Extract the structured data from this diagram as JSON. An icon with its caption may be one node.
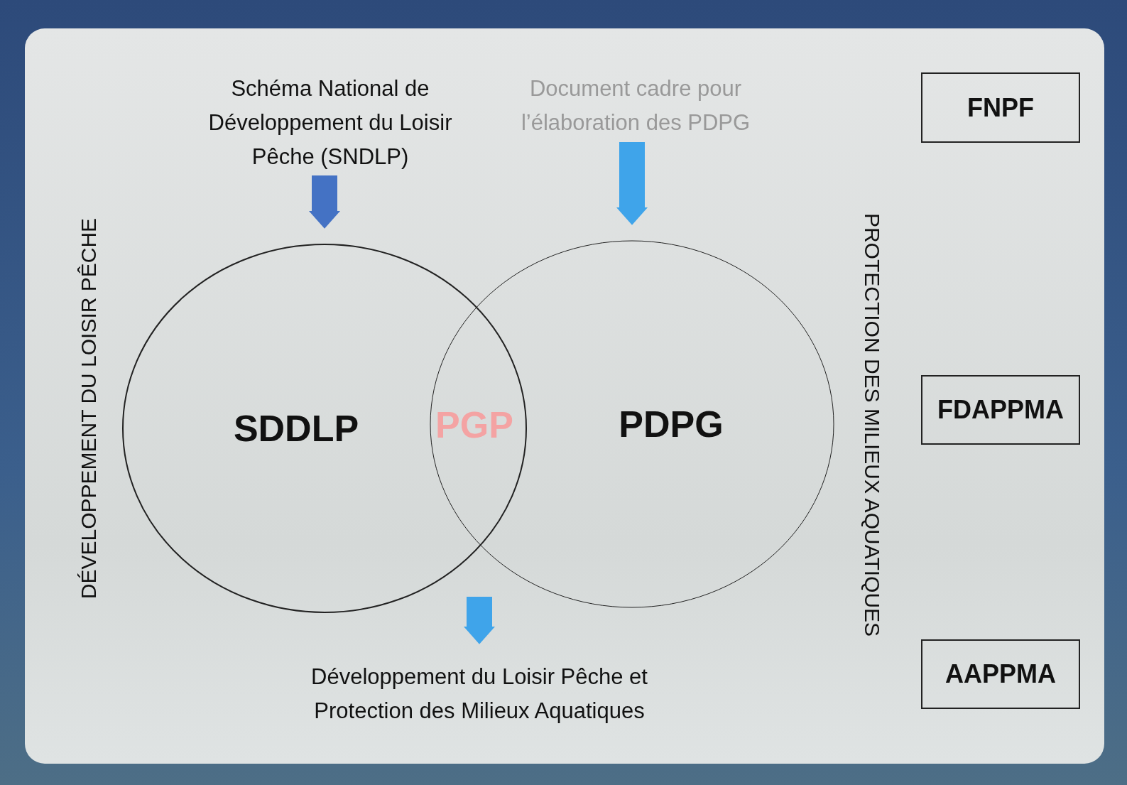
{
  "diagram": {
    "nodes": [
      {
        "text": [
          "Schéma National de Développement du Loisir Pêche (SNDLP)"
        ]
      },
      {
        "text": [
          "Document cadre pour l’élaboration des PDPG"
        ]
      },
      {
        "text": [
          "SDDLP"
        ]
      },
      {
        "text": [
          "PDPG"
        ]
      },
      {
        "text": [
          "Développement du Loisir Pêche et Protection des Milieux Aquatiques"
        ]
      },
      {
        "text": [
          "FNPF"
        ]
      },
      {
        "text": [
          "FDAPPMA"
        ]
      },
      {
        "text": [
          "AAPPMA"
        ]
      }
    ],
    "edges": [
      {
        "from": 0,
        "to": 2,
        "arrow": "to",
        "color": "#4472c4"
      },
      {
        "from": 1,
        "to": 3,
        "arrow": "to"
      },
      {
        "from": null,
        "to": 4,
        "arrow": "to"
      }
    ],
    "labels": [
      "DÉVELOPPEMENT DU LOISIR PÊCHE",
      "PGP",
      "PROTECTION DES MILIEUX AQUATIQUES"
    ]
  }
}
